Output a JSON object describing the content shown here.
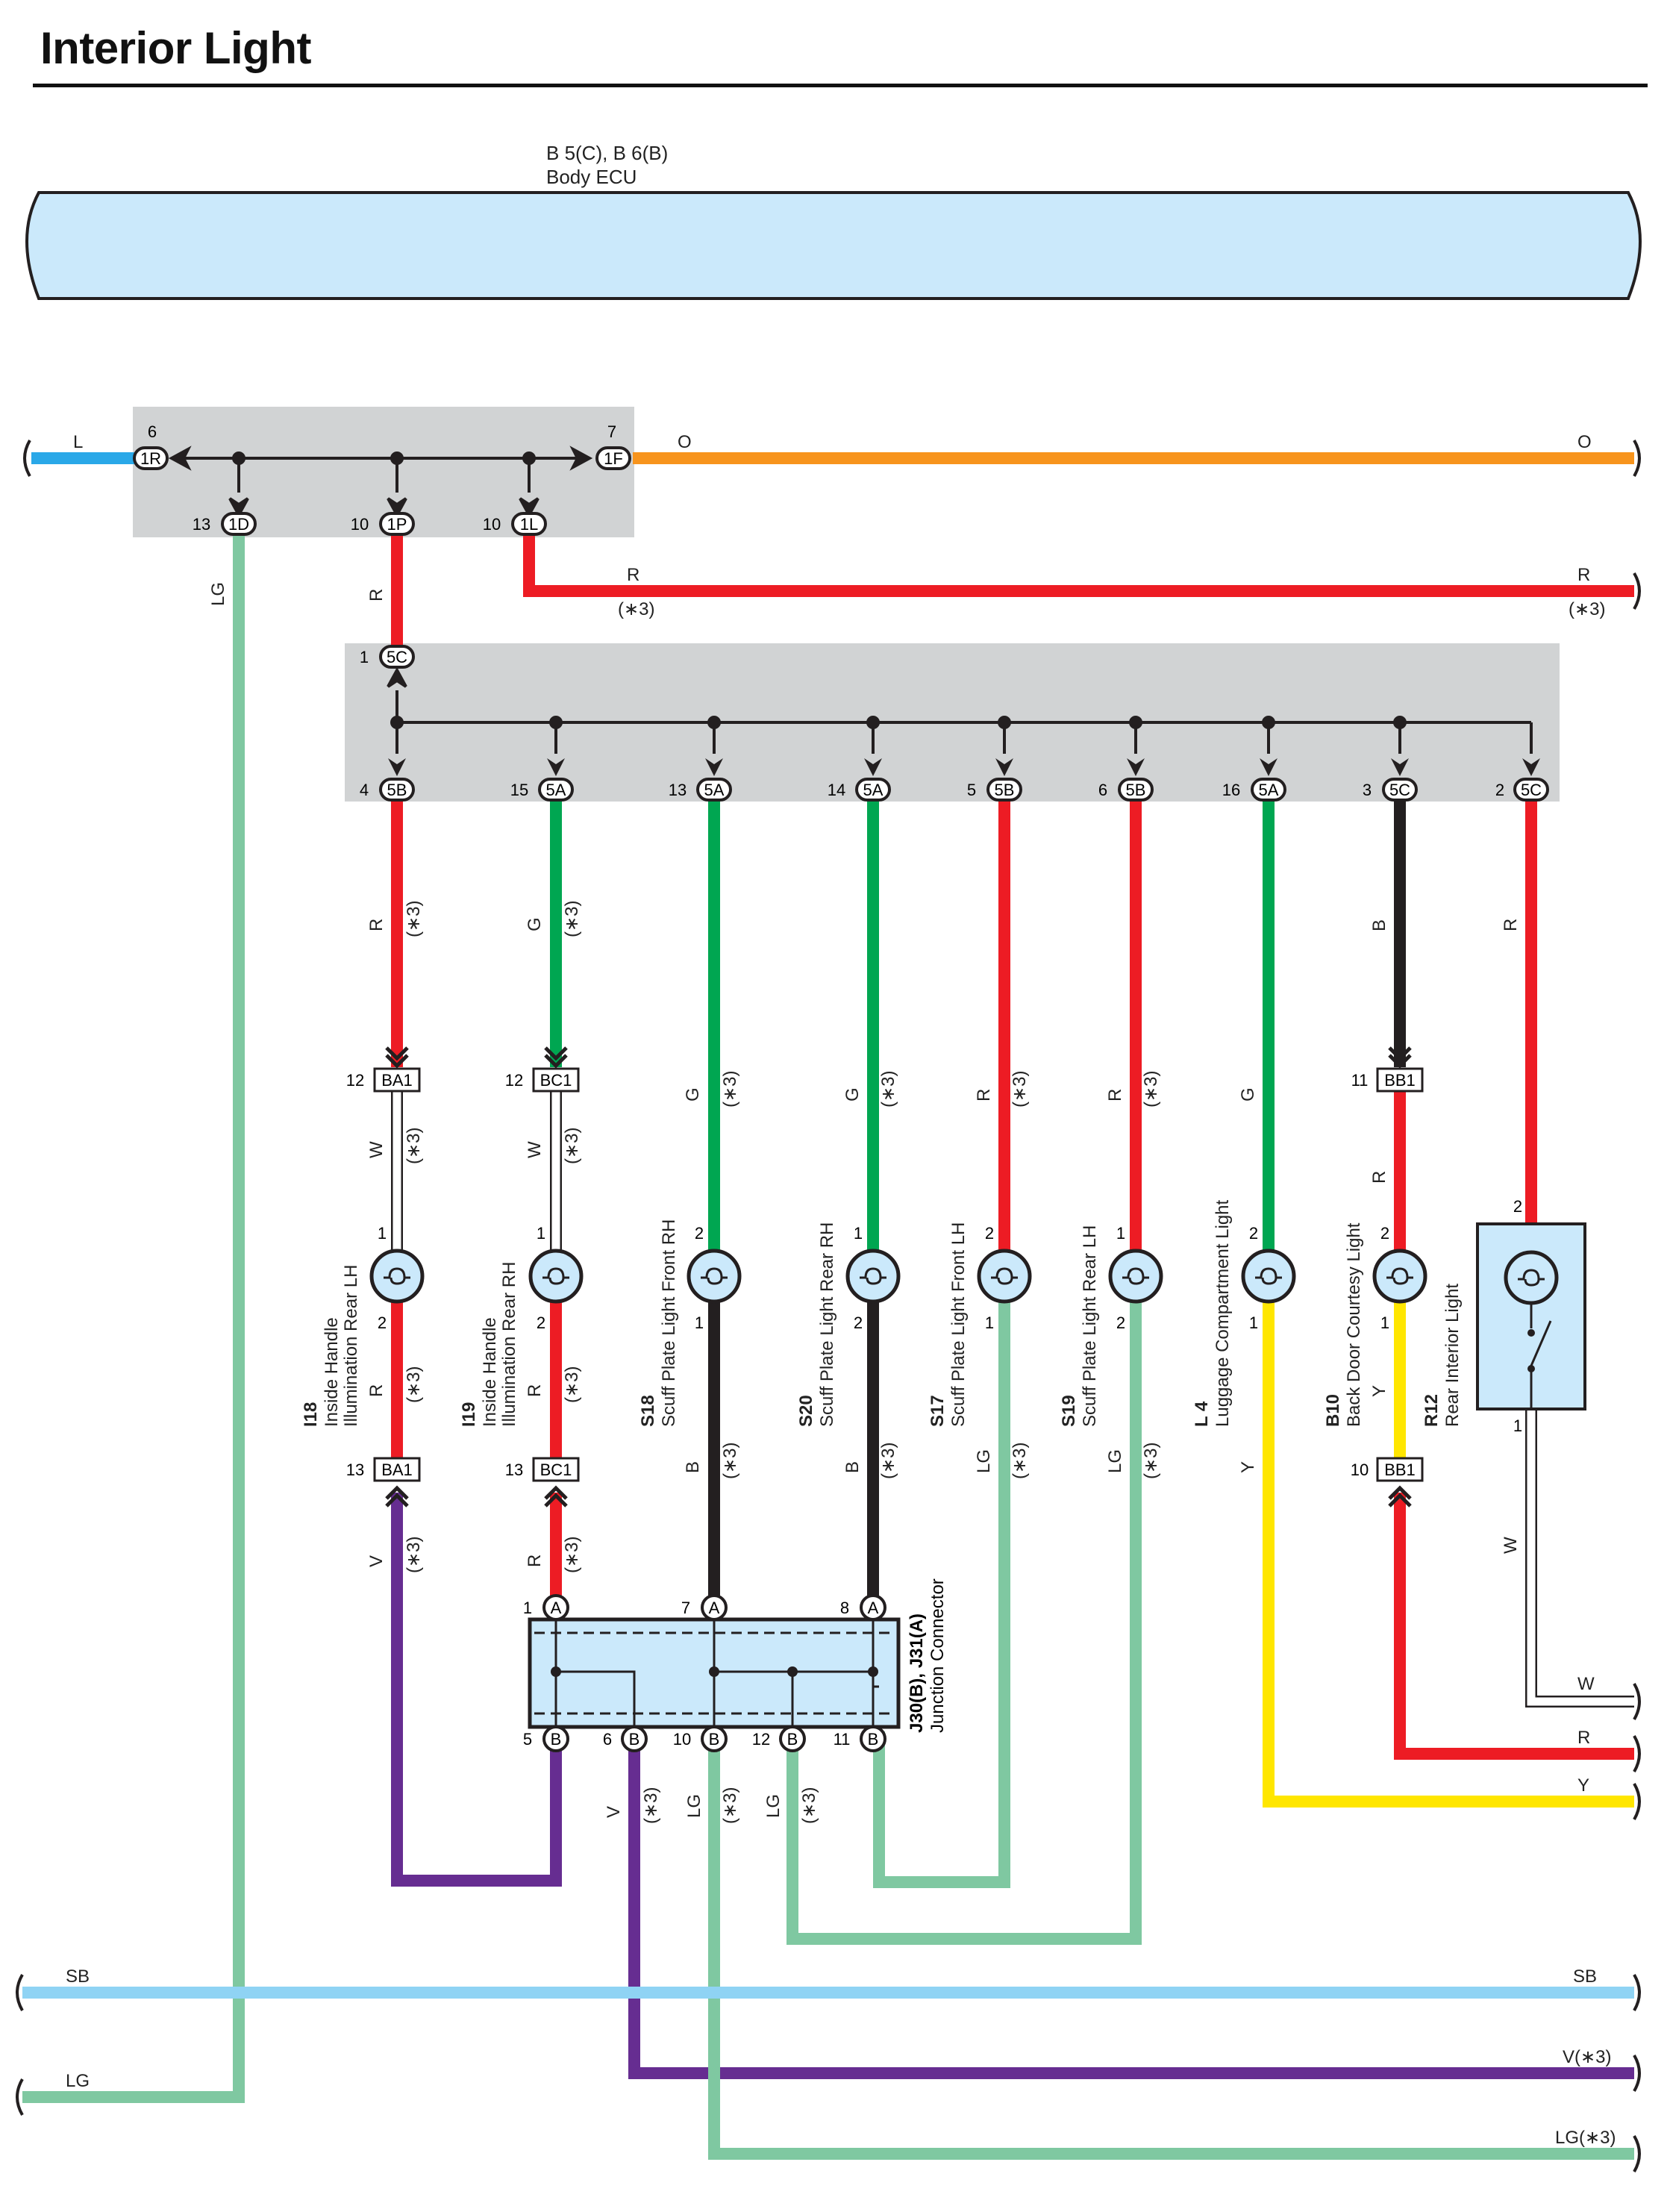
{
  "title": "Interior Light",
  "ecu": {
    "code": "B 5(C), B 6(B)",
    "name": "Body ECU"
  },
  "note": "(∗3)",
  "colors": {
    "L": "#2aa8e8",
    "O": "#f7941d",
    "R": "#ed1c24",
    "G": "#00a651",
    "B": "#231f20",
    "LG": "#7fc8a1",
    "Y": "#ffe600",
    "V": "#662d91",
    "W": "#ffffff",
    "SB": "#8fd3f4",
    "box": "#d1d3d4",
    "ecu": "#cbe9fb",
    "lamp": "#cbe9fb"
  },
  "junction_block_1": {
    "pins": [
      {
        "num": "6",
        "label": "1R"
      },
      {
        "num": "7",
        "label": "1F"
      },
      {
        "num": "13",
        "label": "1D"
      },
      {
        "num": "10",
        "label": "1P"
      },
      {
        "num": "10",
        "label": "1L"
      }
    ]
  },
  "junction_block_2": {
    "top_pin": {
      "num": "1",
      "label": "5C"
    },
    "pins": [
      {
        "num": "4",
        "label": "5B"
      },
      {
        "num": "15",
        "label": "5A"
      },
      {
        "num": "13",
        "label": "5A"
      },
      {
        "num": "14",
        "label": "5A"
      },
      {
        "num": "5",
        "label": "5B"
      },
      {
        "num": "6",
        "label": "5B"
      },
      {
        "num": "16",
        "label": "5A"
      },
      {
        "num": "3",
        "label": "5C"
      },
      {
        "num": "2",
        "label": "5C"
      }
    ]
  },
  "wire_labels": {
    "L": "L",
    "O": "O",
    "R": "R",
    "G": "G",
    "B": "B",
    "LG": "LG",
    "Y": "Y",
    "V": "V",
    "W": "W",
    "SB": "SB",
    "V3": "V(∗3)",
    "LG3": "LG(∗3)"
  },
  "connectors": [
    {
      "num": "12",
      "label": "BA1"
    },
    {
      "num": "12",
      "label": "BC1"
    },
    {
      "num": "11",
      "label": "BB1"
    },
    {
      "num": "13",
      "label": "BA1"
    },
    {
      "num": "13",
      "label": "BC1"
    },
    {
      "num": "10",
      "label": "BB1"
    }
  ],
  "components": [
    {
      "code": "I18",
      "name1": "Inside Handle",
      "name2": "Illumination Rear LH",
      "pin_top": "1",
      "pin_bottom": "2"
    },
    {
      "code": "I19",
      "name1": "Inside Handle",
      "name2": "Illumination Rear RH",
      "pin_top": "1",
      "pin_bottom": "2"
    },
    {
      "code": "S18",
      "name1": "Scuff Plate Light Front RH",
      "name2": "",
      "pin_top": "2",
      "pin_bottom": "1"
    },
    {
      "code": "S20",
      "name1": "Scuff Plate Light Rear RH",
      "name2": "",
      "pin_top": "1",
      "pin_bottom": "2"
    },
    {
      "code": "S17",
      "name1": "Scuff Plate Light Front LH",
      "name2": "",
      "pin_top": "2",
      "pin_bottom": "1"
    },
    {
      "code": "S19",
      "name1": "Scuff Plate Light Rear LH",
      "name2": "",
      "pin_top": "1",
      "pin_bottom": "2"
    },
    {
      "code": "L 4",
      "name1": "Luggage Compartment Light",
      "name2": "",
      "pin_top": "2",
      "pin_bottom": "1"
    },
    {
      "code": "B10",
      "name1": "Back Door Courtesy Light",
      "name2": "",
      "pin_top": "2",
      "pin_bottom": "1"
    },
    {
      "code": "R12",
      "name1": "Rear Interior Light",
      "name2": "",
      "pin_top": "2",
      "pin_bottom": "1"
    }
  ],
  "junction_connector": {
    "code": "J30(B), J31(A)",
    "name": "Junction Connector",
    "top_pins": [
      {
        "num": "1",
        "label": "A"
      },
      {
        "num": "7",
        "label": "A"
      },
      {
        "num": "8",
        "label": "A"
      }
    ],
    "bottom_pins": [
      {
        "num": "5",
        "label": "B"
      },
      {
        "num": "6",
        "label": "B"
      },
      {
        "num": "10",
        "label": "B"
      },
      {
        "num": "12",
        "label": "B"
      },
      {
        "num": "11",
        "label": "B"
      }
    ]
  }
}
